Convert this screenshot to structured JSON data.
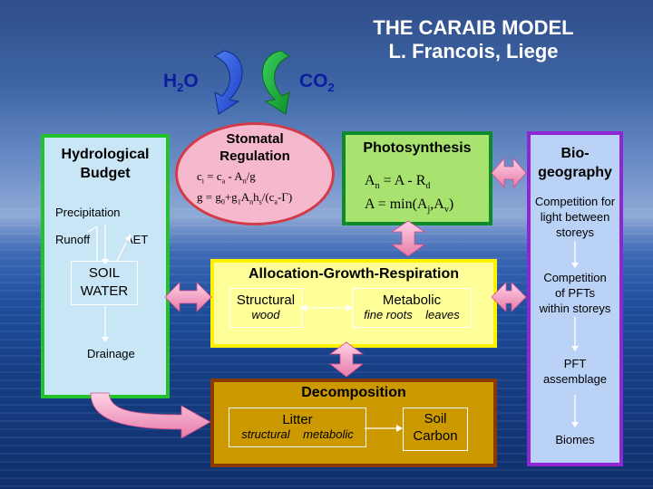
{
  "title": {
    "line1": "THE CARAIB MODEL",
    "line2": "L. Francois, Liege"
  },
  "top": {
    "h2o": "H",
    "h2o_sub": "2",
    "h2o_o": "O",
    "co2": "CO",
    "co2_sub": "2"
  },
  "hydro": {
    "title1": "Hydrological",
    "title2": "Budget",
    "precipitation": "Precipitation",
    "runoff": "Runoff",
    "aet": "AET",
    "soil1": "SOIL",
    "soil2": "WATER",
    "drainage": "Drainage"
  },
  "stomatal": {
    "title1": "Stomatal",
    "title2": "Regulation"
  },
  "photo": {
    "title": "Photosynthesis"
  },
  "biogeo": {
    "title1": "Bio-",
    "title2": "geography",
    "comp1a": "Competition for",
    "comp1b": "light between",
    "comp1c": "storeys",
    "comp2a": "Competition",
    "comp2b": "of PFTs",
    "comp2c": "within storeys",
    "pft1": "PFT",
    "pft2": "assemblage",
    "biomes": "Biomes"
  },
  "alloc": {
    "title": "Allocation-Growth-Respiration",
    "structural": "Structural",
    "wood": "wood",
    "metabolic": "Metabolic",
    "fineroots": "fine roots",
    "leaves": "leaves"
  },
  "decomp": {
    "title": "Decomposition",
    "litter": "Litter",
    "structural": "structural",
    "metabolic": "metabolic",
    "soil1": "Soil",
    "soil2": "Carbon"
  },
  "colors": {
    "hydro": "#c9e6f7",
    "photo": "#a8e36f",
    "alloc": "#ffff99",
    "decomp": "#cc9a00",
    "biogeo": "#b9d2f6",
    "arrow": "#f0a0c4"
  }
}
